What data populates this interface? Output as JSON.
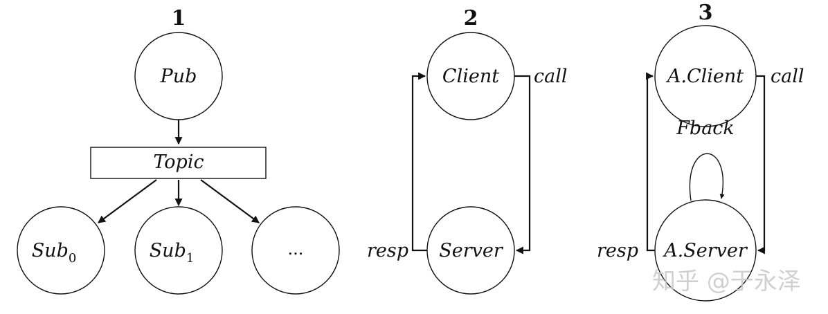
{
  "panels": [
    {
      "number": "1",
      "pub": "Pub",
      "topic": "Topic",
      "subs": [
        {
          "base": "Sub",
          "index": "0"
        },
        {
          "base": "Sub",
          "index": "1"
        }
      ],
      "ellipsis": "..."
    },
    {
      "number": "2",
      "client": "Client",
      "server": "Server",
      "call": "call",
      "resp": "resp"
    },
    {
      "number": "3",
      "client": "A.Client",
      "server": "A.Server",
      "call": "call",
      "resp": "resp",
      "feedback": "Fback"
    }
  ],
  "watermark": "知乎 @于永泽"
}
